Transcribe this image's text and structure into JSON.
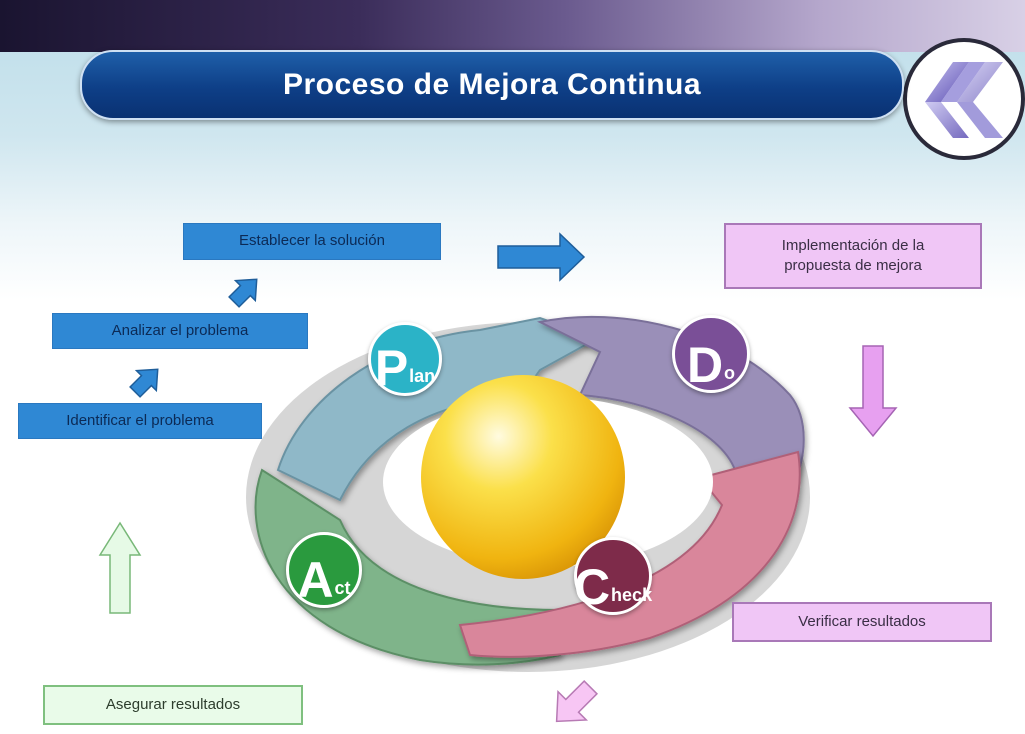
{
  "header": {
    "title": "Proceso de Mejora Continua"
  },
  "steps": {
    "identificar": "Identificar el problema",
    "analizar": "Analizar el problema",
    "establecer": "Establecer la solución",
    "implementacion": "Implementación de la propuesta de mejora",
    "verificar": "Verificar resultados",
    "asegurar": "Asegurar resultados"
  },
  "cycle": {
    "plan": {
      "letter": "P",
      "rest": "lan",
      "color": "#2bb3c7"
    },
    "do": {
      "letter": "D",
      "rest": "o",
      "color": "#7a4f97"
    },
    "check": {
      "letter": "C",
      "rest": "heck",
      "color": "#7e2b4a"
    },
    "act": {
      "letter": "A",
      "rest": "ct",
      "color": "#2a9a3e"
    }
  },
  "colors": {
    "plan_arrow": "#8fb8c8",
    "do_arrow": "#9a8fb8",
    "check_arrow": "#d9869b",
    "act_arrow": "#7fb48a",
    "blue_step": "#2f88d4",
    "violet_step": "#f0c6f6",
    "green_step": "#e9fbe9",
    "sphere": "#f7c21a"
  }
}
